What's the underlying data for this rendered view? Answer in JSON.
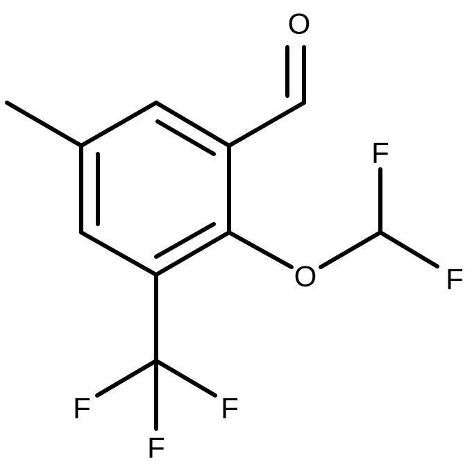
{
  "molecule": {
    "atoms": {
      "aldehyde_oxygen": "O",
      "ether_oxygen": "O",
      "difluoromethyl_f_top": "F",
      "difluoromethyl_f_right": "F",
      "trifluoromethyl_f_left": "F",
      "trifluoromethyl_f_right": "F",
      "trifluoromethyl_f_bottom": "F"
    },
    "colors": {
      "bond": "#000000",
      "label": "#000000",
      "background": "#ffffff"
    }
  }
}
